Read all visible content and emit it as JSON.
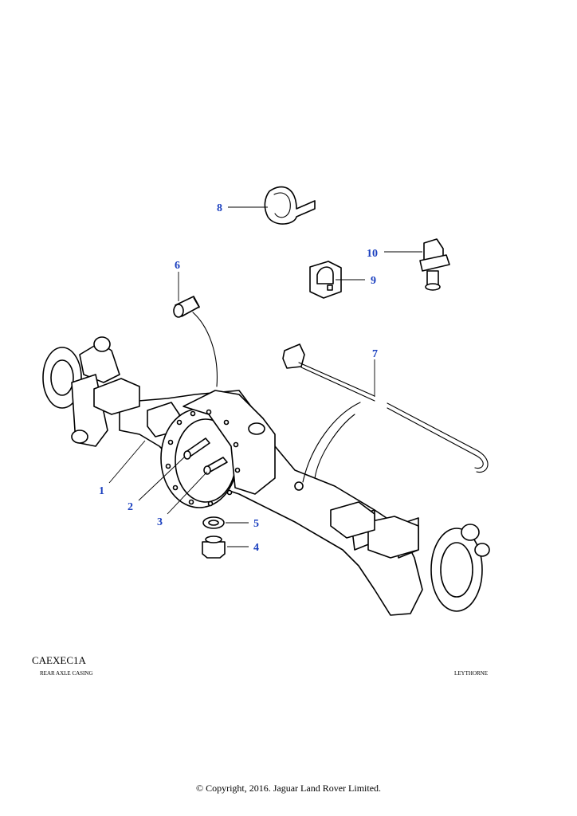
{
  "diagram": {
    "code": "CAEXEC1A",
    "title": "REAR AXLE CASING",
    "location": "LEYTHORNE",
    "copyright": "© Copyright, 2016. Jaguar Land Rover Limited."
  },
  "callouts": {
    "c1": "1",
    "c2": "2",
    "c3": "3",
    "c4": "4",
    "c5": "5",
    "c6": "6",
    "c7": "7",
    "c8": "8",
    "c9": "9",
    "c10": "10"
  },
  "colors": {
    "callout": "#1a3fbf",
    "line": "#000000",
    "background": "#ffffff"
  }
}
